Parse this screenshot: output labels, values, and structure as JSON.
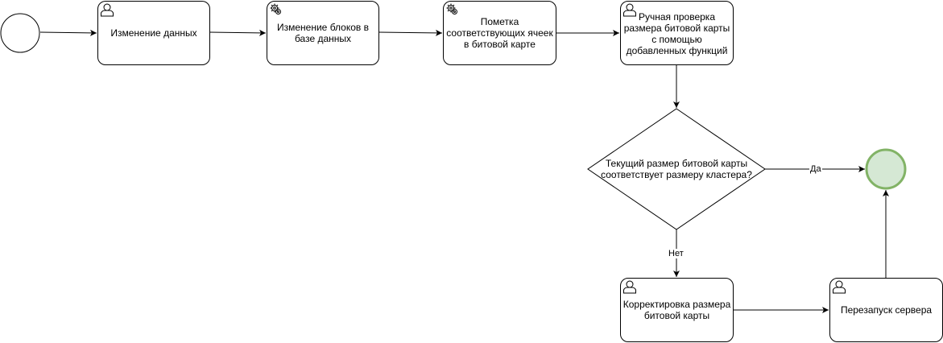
{
  "diagram": {
    "type": "BPMN process",
    "start_event": {
      "label": ""
    },
    "end_event": {
      "label": "",
      "fill": "#d5e8d4",
      "stroke": "#82b366"
    },
    "tasks": [
      {
        "id": "t1",
        "label": "Изменение данных",
        "icon": "user-icon"
      },
      {
        "id": "t2",
        "label": "Изменение блоков в базе данных",
        "icon": "gear-icon"
      },
      {
        "id": "t3",
        "label": "Пометка соответствующих ячеек в битовой карте",
        "icon": "gear-icon"
      },
      {
        "id": "t4",
        "label": "Ручная проверка размера битовой карты с помощью добавленных функций",
        "icon": "user-icon"
      },
      {
        "id": "t5",
        "label": "Корректировка размера битовой карты",
        "icon": "user-icon"
      },
      {
        "id": "t6",
        "label": "Перезапуск сервера",
        "icon": "user-icon"
      }
    ],
    "gateway": {
      "label": "Текущий размер битовой карты соответствует размеру кластера?"
    },
    "edges": [
      {
        "from": "start",
        "to": "t1",
        "label": ""
      },
      {
        "from": "t1",
        "to": "t2",
        "label": ""
      },
      {
        "from": "t2",
        "to": "t3",
        "label": ""
      },
      {
        "from": "t3",
        "to": "t4",
        "label": ""
      },
      {
        "from": "t4",
        "to": "gateway",
        "label": ""
      },
      {
        "from": "gateway",
        "to": "end",
        "label": "Да"
      },
      {
        "from": "gateway",
        "to": "t5",
        "label": "Нет"
      },
      {
        "from": "t5",
        "to": "t6",
        "label": ""
      },
      {
        "from": "t6",
        "to": "end",
        "label": ""
      }
    ]
  }
}
